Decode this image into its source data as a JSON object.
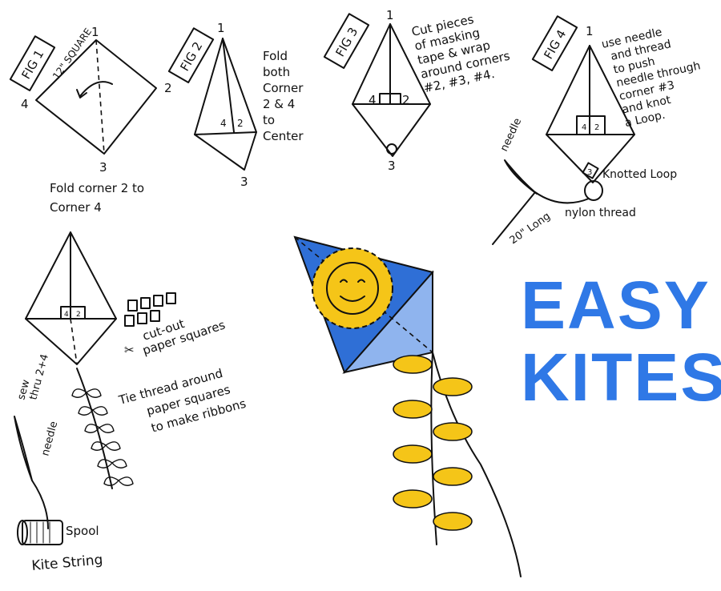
{
  "fig1": {
    "label": "FIG 1",
    "size": "12\" SQUARE",
    "c1": "1",
    "c2": "2",
    "c3": "3",
    "c4": "4",
    "caption": [
      "Fold corner 2 to",
      "Corner 4"
    ]
  },
  "fig2": {
    "label": "FIG 2",
    "c1": "1",
    "c3": "3",
    "c4": "4",
    "c2": "2",
    "caption": [
      "Fold",
      "both",
      "Corner",
      "2 & 4",
      "to",
      "Center"
    ]
  },
  "fig3": {
    "label": "FIG 3",
    "c1": "1",
    "c3": "3",
    "c4": "4",
    "c2": "2",
    "caption": [
      "Cut pieces",
      "of masking",
      "tape & wrap",
      "around corners",
      "#2, #3, #4."
    ]
  },
  "fig4": {
    "label": "FIG 4",
    "c1": "1",
    "c4": "4",
    "c2": "2",
    "c3": "3",
    "caption": [
      "use needle",
      "and thread",
      "to push",
      "needle through",
      "corner #3",
      "and knot",
      "a Loop."
    ],
    "needle": "needle",
    "loop": "Knotted Loop",
    "thread": "nylon thread",
    "length": "20\" Long"
  },
  "fig5": {
    "c4": "4",
    "c2": "2",
    "sew": [
      "sew",
      "thru 2+4"
    ],
    "cutout": [
      "cut-out",
      "paper squares"
    ],
    "tie": [
      "Tie thread around",
      "paper squares",
      "to make ribbons"
    ],
    "needle": "needle",
    "spool": "Spool",
    "string": "Kite String"
  },
  "title": {
    "line1": "EASY",
    "line2": "KITES"
  },
  "colors": {
    "title": "#2f78e6",
    "kite_dark": "#2f6fd6",
    "kite_light": "#8fb4ee",
    "sun": "#f5c518",
    "ribbon": "#f5c518"
  }
}
